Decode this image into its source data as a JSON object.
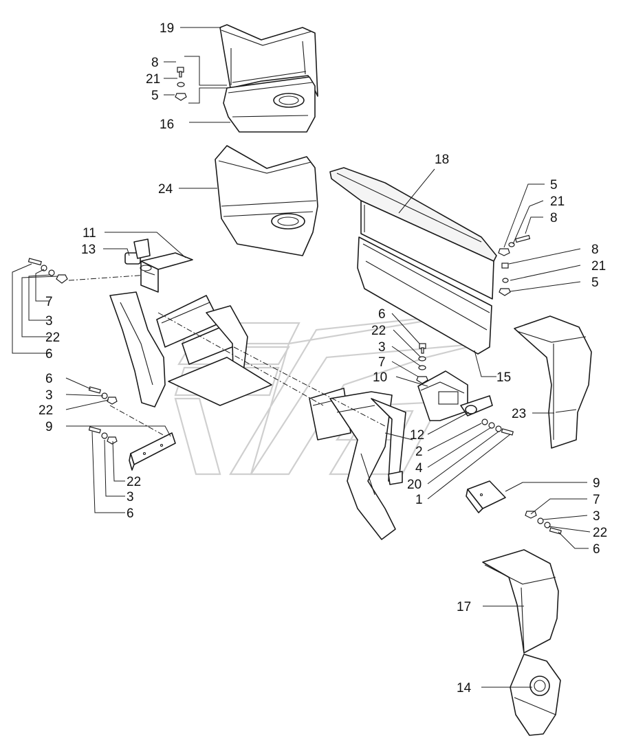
{
  "labels": {
    "l19": "19",
    "l8a": "8",
    "l21a": "21",
    "l5a": "5",
    "l16": "16",
    "l24": "24",
    "l18": "18",
    "l5b": "5",
    "l21b": "21",
    "l8b": "8",
    "l8c": "8",
    "l21c": "21",
    "l5c": "5",
    "l11": "11",
    "l13": "13",
    "l7a": "7",
    "l3a": "3",
    "l22a": "22",
    "l6a": "6",
    "l6b": "6",
    "l22b": "22",
    "l3b": "3",
    "l7b": "7",
    "l10": "10",
    "l15": "15",
    "l23": "23",
    "l6c": "6",
    "l3c": "3",
    "l22c": "22",
    "l9a": "9",
    "l22d": "22",
    "l3d": "3",
    "l6d": "6",
    "l12": "12",
    "l2": "2",
    "l4": "4",
    "l20": "20",
    "l1": "1",
    "l9b": "9",
    "l7c": "7",
    "l3e": "3",
    "l22e": "22",
    "l6e": "6",
    "l17": "17",
    "l14": "14"
  }
}
